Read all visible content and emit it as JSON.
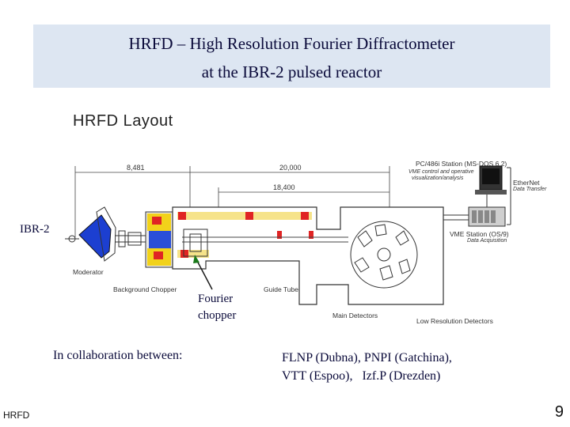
{
  "header": {
    "title_line1": "HRFD – High Resolution Fourier Diffractometer",
    "title_line2": "at the IBR-2 pulsed reactor"
  },
  "figure": {
    "title": "HRFD Layout",
    "dimensions": {
      "d1": "8,481",
      "d2": "20,000",
      "d3": "18,400"
    },
    "labels": {
      "pc": "PC/486i Station (MS-DOS 6.2)",
      "vme_control_1": "VME control and operative",
      "vme_control_2": "visualization/analysis",
      "ethernet": "EtherNet",
      "data_transfer": "Data Transfer",
      "vme_station": "VME Station (OS/9)",
      "data_acq": "Data Acquisition",
      "moderator": "Moderator",
      "background_chopper": "Background Chopper",
      "guide_tube": "Guide Tube",
      "main_detectors": "Main Detectors",
      "low_res_detectors": "Low Resolution Detectors"
    }
  },
  "annotations": {
    "ibr": "IBR-2",
    "fourier_1": "Fourier",
    "fourier_2": "chopper"
  },
  "collaboration": {
    "label": "In collaboration between:",
    "line1": "FLNP (Dubna), PNPI (Gatchina),",
    "line2": "VTT (Espoo),   Izf.P (Drezden)"
  },
  "footer": {
    "left": "HRFD",
    "page": "9"
  }
}
